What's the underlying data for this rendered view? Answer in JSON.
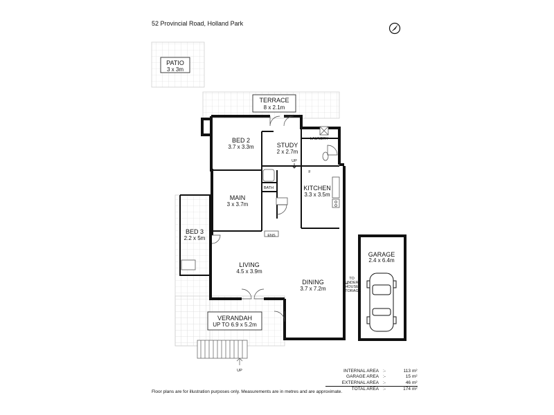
{
  "header": {
    "address": "52 Provincial Road, Holland Park"
  },
  "rooms": {
    "patio": {
      "name": "PATIO",
      "dim": "3 x 3m"
    },
    "terrace": {
      "name": "TERRACE",
      "dim": "8 x 2.1m"
    },
    "bed2": {
      "name": "BED 2",
      "dim": "3.7 x 3.3m"
    },
    "study": {
      "name": "STUDY",
      "dim": "2 x 2.7m"
    },
    "main": {
      "name": "MAIN",
      "dim": "3 x 3.7m"
    },
    "kitchen": {
      "name": "KITCHEN",
      "dim": "3.3 x 3.5m"
    },
    "bed3": {
      "name": "BED 3",
      "dim": "2.2 x 5m"
    },
    "living": {
      "name": "LIVING",
      "dim": "4.5 x 3.9m"
    },
    "dining": {
      "name": "DINING",
      "dim": "3.7 x 7.2m"
    },
    "verandah": {
      "name": "VERANDAH",
      "dim": "UP TO 6.9 x 5.2m"
    },
    "garage": {
      "name": "GARAGE",
      "dim": "2.4 x 6.4m"
    }
  },
  "labels": {
    "laundry": "LAUNDRY",
    "bath": "BATH",
    "ensuite": "ENS",
    "up_study": "UP",
    "up_stairs": "UP",
    "fridge": "F",
    "storage_lines": [
      "TO",
      "UNDER",
      "HOUSE",
      "STORAGE"
    ]
  },
  "areas": [
    {
      "label": "INTERNAL AREA",
      "sep": ":-",
      "value": "113",
      "unit": "m²"
    },
    {
      "label": "GARAGE AREA",
      "sep": ":-",
      "value": "15",
      "unit": "m²"
    },
    {
      "label": "EXTERNAL AREA",
      "sep": ":-",
      "value": "46",
      "unit": "m²"
    },
    {
      "label": "TOTAL AREA",
      "sep": ":-",
      "value": "174",
      "unit": "m²"
    }
  ],
  "footer": {
    "disclaimer": "Floor plans are for illustration purposes only. Measurements are in metres and are approximate."
  },
  "icons": {
    "compass": "north-arrow-icon",
    "car": "car-icon"
  }
}
